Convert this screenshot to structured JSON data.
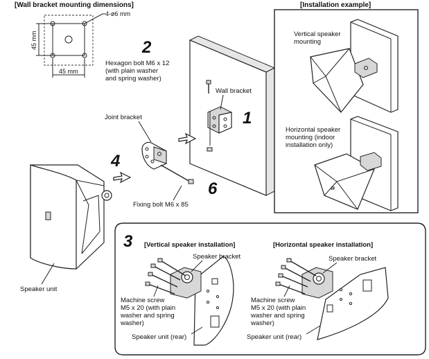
{
  "headings": {
    "wall_bracket_dimensions": "[Wall bracket mounting dimensions]",
    "installation_example": "[Installation example]",
    "vertical_installation": "[Vertical speaker installation]",
    "horizontal_installation": "[Horizontal speaker installation]"
  },
  "dimensions": {
    "holes": "4-ø6 mm",
    "height": "45 mm",
    "width": "45 mm"
  },
  "steps": {
    "s1": "1",
    "s2": "2",
    "s3": "3",
    "s4": "4",
    "s6": "6"
  },
  "labels": {
    "hexagon_bolt": [
      "Hexagon bolt M6 x 12",
      "(with plain washer",
      "and spring washer)"
    ],
    "wall_bracket": "Wall bracket",
    "joint_bracket": "Joint bracket",
    "fixing_bolt": "Fixing bolt M6 x 85",
    "speaker_unit": "Speaker unit",
    "vertical_mounting": [
      "Vertical speaker",
      "mounting"
    ],
    "horizontal_mounting": [
      "Horizontal speaker",
      "mounting (indoor",
      "installation only)"
    ],
    "speaker_bracket": "Speaker bracket",
    "machine_screw": [
      "Machine screw",
      "M5 x 20 (with plain",
      "washer and spring",
      "washer)"
    ],
    "speaker_unit_rear": "Speaker unit (rear)"
  }
}
